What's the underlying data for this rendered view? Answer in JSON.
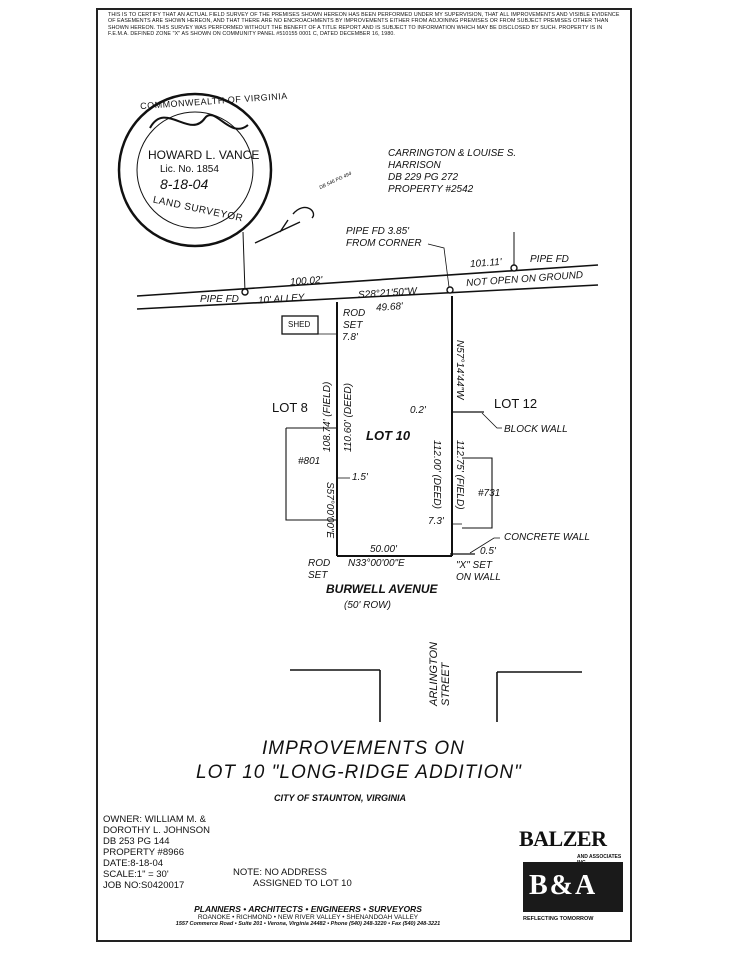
{
  "certification": "THIS IS TO CERTIFY THAT AN ACTUAL FIELD SURVEY OF THE PREMISES SHOWN HEREON HAS BEEN PERFORMED UNDER MY SUPERVISION, THAT ALL IMPROVEMENTS AND VISIBLE EVIDENCE OF EASEMENTS ARE SHOWN HEREON, AND THAT THERE ARE NO ENCROACHMENTS BY IMPROVEMENTS EITHER FROM ADJOINING PREMISES OR FROM SUBJECT PREMISES OTHER THAN SHOWN HEREON. THIS SURVEY WAS PERFORMED WITHOUT THE BENEFIT OF A TITLE REPORT AND IS SUBJECT TO INFORMATION WHICH MAY BE DISCLOSED BY SUCH. PROPERTY IS IN F.E.M.A. DEFINED ZONE \"X\" AS SHOWN ON COMMUNITY PANEL #510155 0001 C, DATED DECEMBER 16, 1980.",
  "seal": {
    "arc_top": "COMMONWEALTH OF VIRGINIA",
    "arc_bottom": "LAND SURVEYOR",
    "name": "HOWARD L. VANCE",
    "license": "Lic. No. 1854",
    "date": "8-18-04"
  },
  "plat": {
    "adjoiner": [
      "CARRINGTON & LOUISE S.",
      "HARRISON",
      "DB 229 PG 272",
      "PROPERTY #2542"
    ],
    "deed_ref": "DB 546 PG 494",
    "pipe_fd_corner": [
      "PIPE FD 3.85'",
      "FROM CORNER"
    ],
    "pipe_fd": "PIPE FD",
    "dist_left": "100.02'",
    "dist_right": "101.11'",
    "alley": "10' ALLEY",
    "not_open": "NOT OPEN ON GROUND",
    "bearing_top": "S28°21'50\"W",
    "dist_top": "49.68'",
    "shed": "SHED",
    "rod_set_top": [
      "ROD",
      "SET"
    ],
    "shed_offset": "7.8'",
    "lot_left": "LOT 8",
    "lot_right": "LOT 12",
    "lot_center": "LOT 10",
    "left_field": "108.74' (FIELD)",
    "left_deed": "110.60' (DEED)",
    "right_bearing": "N57°14'44\"W",
    "right_deed": "112.00' (DEED)",
    "right_field": "112.75' (FIELD)",
    "left_bearing": "S57°00'00\"E",
    "offset_02": "0.2'",
    "block_wall": "BLOCK WALL",
    "house_801": "#801",
    "offset_15": "1.5'",
    "house_731": "#731",
    "offset_73": "7.3'",
    "concrete_wall": "CONCRETE WALL",
    "offset_05": "0.5'",
    "dist_bottom": "50.00'",
    "bearing_bottom": "N33°00'00\"E",
    "rod_set_bottom": [
      "ROD",
      "SET"
    ],
    "x_set": [
      "\"X\" SET",
      "ON WALL"
    ],
    "avenue": "BURWELL AVENUE",
    "row": "(50' ROW)",
    "street": "ARLINGTON STREET"
  },
  "title": {
    "line1": "IMPROVEMENTS ON",
    "line2": "LOT 10 \"LONG-RIDGE ADDITION\"",
    "city": "CITY OF STAUNTON, VIRGINIA"
  },
  "owner": [
    "OWNER: WILLIAM M. &",
    "DOROTHY L. JOHNSON",
    "DB 253 PG 144",
    "PROPERTY #8966"
  ],
  "job": [
    "DATE:8-18-04",
    "SCALE:1\" = 30'",
    "JOB NO:S0420017"
  ],
  "note": [
    "NOTE: NO ADDRESS",
    "ASSIGNED TO LOT 10"
  ],
  "firm": {
    "services": "PLANNERS • ARCHITECTS • ENGINEERS • SURVEYORS",
    "offices": "ROANOKE • RICHMOND • NEW RIVER VALLEY • SHENANDOAH VALLEY",
    "address": "1557 Commerce Road • Suite 201 • Verona, Virginia 24482 • Phone (540) 248-3220 • Fax (540) 248-3221"
  },
  "logo": {
    "name": "BALZER",
    "assoc": "AND ASSOCIATES INC",
    "mark": "B&A",
    "tagline": "REFLECTING TOMORROW"
  }
}
